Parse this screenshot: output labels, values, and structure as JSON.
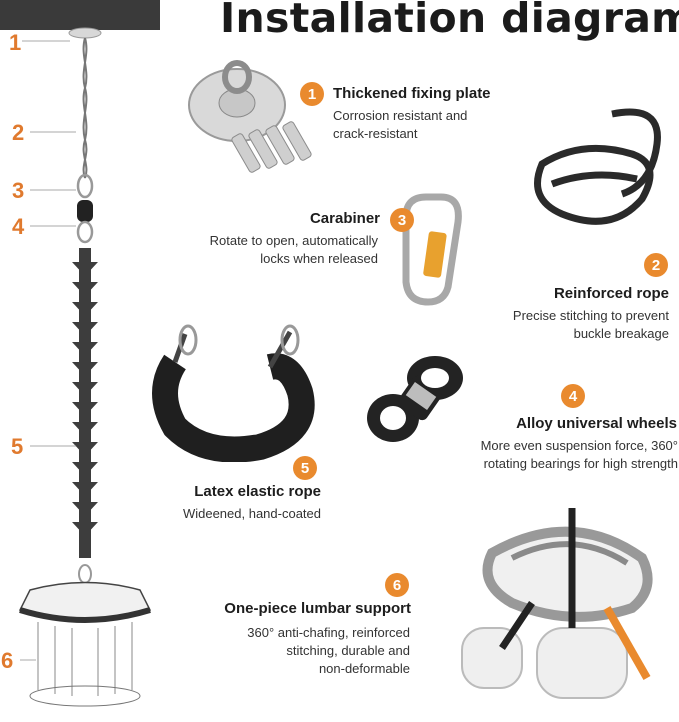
{
  "title": "Installation diagram",
  "side_numbers": [
    "1",
    "2",
    "3",
    "4",
    "5",
    "6"
  ],
  "parts": [
    {
      "num": "1",
      "title": "Thickened fixing plate",
      "desc": [
        "Corrosion resistant and",
        "crack-resistant"
      ]
    },
    {
      "num": "2",
      "title": "Reinforced rope",
      "desc": [
        "Precise stitching to prevent",
        "buckle breakage"
      ]
    },
    {
      "num": "3",
      "title": "Carabiner",
      "desc": [
        "Rotate to open, automatically",
        "locks when released"
      ]
    },
    {
      "num": "4",
      "title": "Alloy universal wheels",
      "desc": [
        "More even suspension force, 360°",
        "rotating bearings for high strength"
      ]
    },
    {
      "num": "5",
      "title": "Latex elastic rope",
      "desc": [
        "Wideened, hand-coated"
      ]
    },
    {
      "num": "6",
      "title": "One-piece lumbar support",
      "desc": [
        "360° anti-chafing, reinforced",
        "stitching, durable and",
        "non-deformable"
      ]
    }
  ],
  "colors": {
    "accent": "#e98a2e",
    "dark": "#2d2d2d"
  }
}
